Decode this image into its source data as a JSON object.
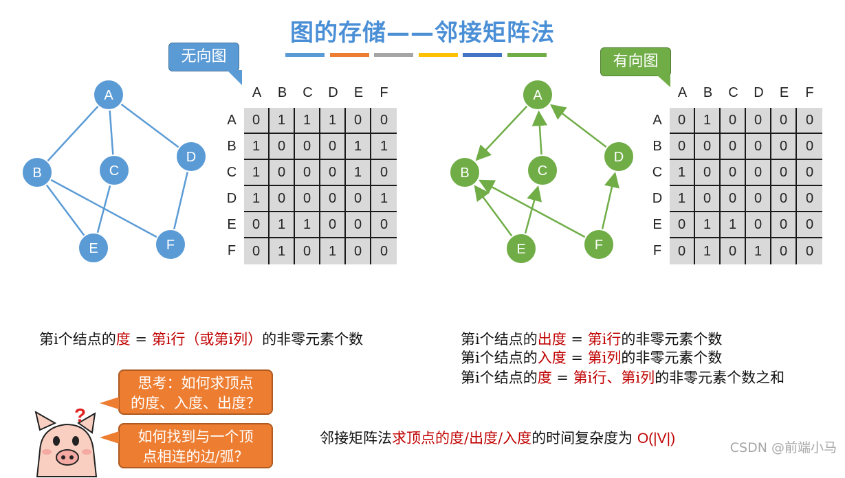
{
  "title": "图的存储——邻接矩阵法",
  "color_bar": [
    "#5b9bd5",
    "#ed7d31",
    "#a5a5a5",
    "#ffc000",
    "#4472c4",
    "#70ad47"
  ],
  "undirected": {
    "label": "无向图",
    "node_color": "#5b9bd5",
    "nodes": [
      "A",
      "B",
      "C",
      "D",
      "E",
      "F"
    ],
    "edges": [
      [
        "A",
        "B"
      ],
      [
        "A",
        "C"
      ],
      [
        "A",
        "D"
      ],
      [
        "B",
        "E"
      ],
      [
        "B",
        "F"
      ],
      [
        "C",
        "E"
      ],
      [
        "D",
        "F"
      ]
    ],
    "matrix": {
      "col_headers": [
        "A",
        "B",
        "C",
        "D",
        "E",
        "F"
      ],
      "row_headers": [
        "A",
        "B",
        "C",
        "D",
        "E",
        "F"
      ],
      "rows": [
        [
          "0",
          "1",
          "1",
          "1",
          "0",
          "0"
        ],
        [
          "1",
          "0",
          "0",
          "0",
          "1",
          "1"
        ],
        [
          "1",
          "0",
          "0",
          "0",
          "1",
          "0"
        ],
        [
          "1",
          "0",
          "0",
          "0",
          "0",
          "1"
        ],
        [
          "0",
          "1",
          "1",
          "0",
          "0",
          "0"
        ],
        [
          "0",
          "1",
          "0",
          "1",
          "0",
          "0"
        ]
      ]
    },
    "formula": {
      "p1": "第i个结点的",
      "p2": "度",
      "p3": " = ",
      "p4": "第i行（或第i列）",
      "p5": "的非零元素个数"
    }
  },
  "directed": {
    "label": "有向图",
    "node_color": "#70ad47",
    "nodes": [
      "A",
      "B",
      "C",
      "D",
      "E",
      "F"
    ],
    "arcs": [
      [
        "A",
        "B"
      ],
      [
        "C",
        "A"
      ],
      [
        "D",
        "A"
      ],
      [
        "E",
        "B"
      ],
      [
        "E",
        "C"
      ],
      [
        "F",
        "B"
      ],
      [
        "F",
        "D"
      ]
    ],
    "matrix": {
      "col_headers": [
        "A",
        "B",
        "C",
        "D",
        "E",
        "F"
      ],
      "row_headers": [
        "A",
        "B",
        "C",
        "D",
        "E",
        "F"
      ],
      "rows": [
        [
          "0",
          "1",
          "0",
          "0",
          "0",
          "0"
        ],
        [
          "0",
          "0",
          "0",
          "0",
          "0",
          "0"
        ],
        [
          "1",
          "0",
          "0",
          "0",
          "0",
          "0"
        ],
        [
          "1",
          "0",
          "0",
          "0",
          "0",
          "0"
        ],
        [
          "0",
          "1",
          "1",
          "0",
          "0",
          "0"
        ],
        [
          "0",
          "1",
          "0",
          "1",
          "0",
          "0"
        ]
      ]
    },
    "formulas": {
      "out": {
        "p1": "第i个结点的",
        "p2": "出度",
        "p3": " = ",
        "p4": "第i行",
        "p5": "的非零元素个数"
      },
      "in": {
        "p1": "第i个结点的",
        "p2": "入度",
        "p3": " = ",
        "p4": "第i列",
        "p5": "的非零元素个数"
      },
      "deg": {
        "p1": "第i个结点的",
        "p2": "度",
        "p3": " = ",
        "p4": "第i行、第i列",
        "p5": "的非零元素个数之和"
      }
    }
  },
  "think": {
    "q1_line1": "思考：如何求顶点",
    "q1_line2": "的度、入度、出度？",
    "q2_line1": "如何找到与一个顶",
    "q2_line2": "点相连的边/弧？"
  },
  "complexity": {
    "p1": "邻接矩阵法",
    "p2": "求顶点的度/出度/入度",
    "p3": "的时间复杂度为 ",
    "p4": "O(|V|)"
  },
  "watermark": "CSDN @前端小马"
}
